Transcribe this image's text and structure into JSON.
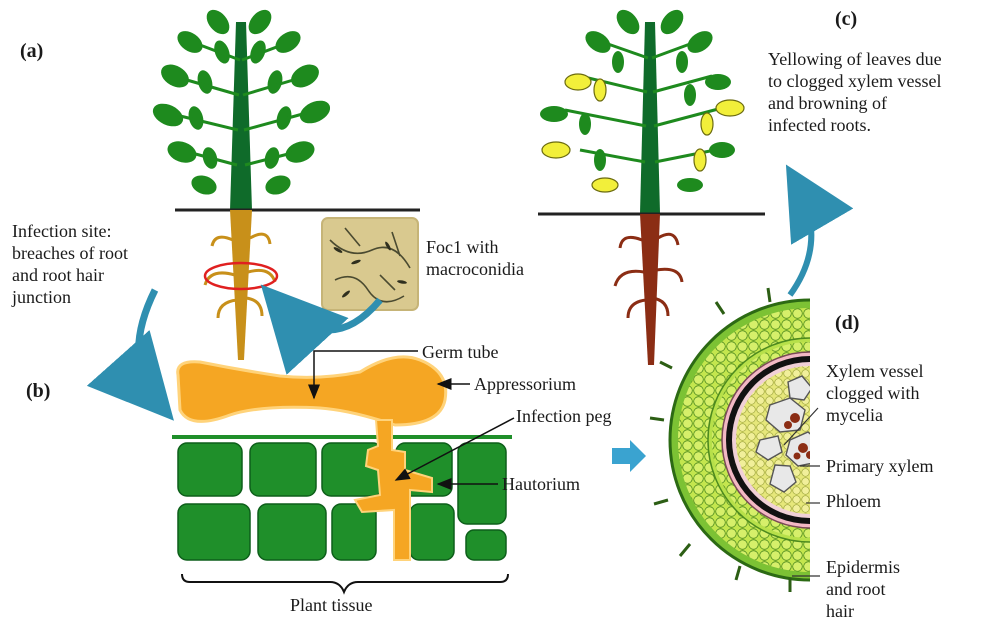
{
  "panels": {
    "a": "(a)",
    "b": "(b)",
    "c": "(c)",
    "d": "(d)"
  },
  "labels": {
    "infection_site": [
      "Infection site:",
      "breaches of root",
      "and root hair",
      "junction"
    ],
    "foc1": [
      "Foc1 with",
      "macroconidia"
    ],
    "yellowing": [
      "Yellowing of leaves due",
      "to clogged xylem vessel",
      "and browning of",
      "infected roots."
    ],
    "germ_tube": "Germ tube",
    "appressorium": "Appressorium",
    "infection_peg": "Infection peg",
    "hautorium": "Hautorium",
    "plant_tissue": "Plant tissue",
    "xylem_vessel": [
      "Xylem vessel",
      "clogged with",
      "mycelia"
    ],
    "primary_xylem": "Primary xylem",
    "phloem": "Phloem",
    "epidermis": [
      "Epidermis",
      "and root",
      "hair"
    ]
  },
  "colors": {
    "leaf_green": "#1e8a1e",
    "stem_green": "#0f6b2a",
    "root_healthy": "#c8901a",
    "root_infected": "#8b2d14",
    "fungus": "#f5a623",
    "cell_green": "#1f8f2a",
    "arrow_blue": "#2f8fb0",
    "yellow_leaf": "#f2ef3a",
    "cortex": "#b7e04a"
  }
}
